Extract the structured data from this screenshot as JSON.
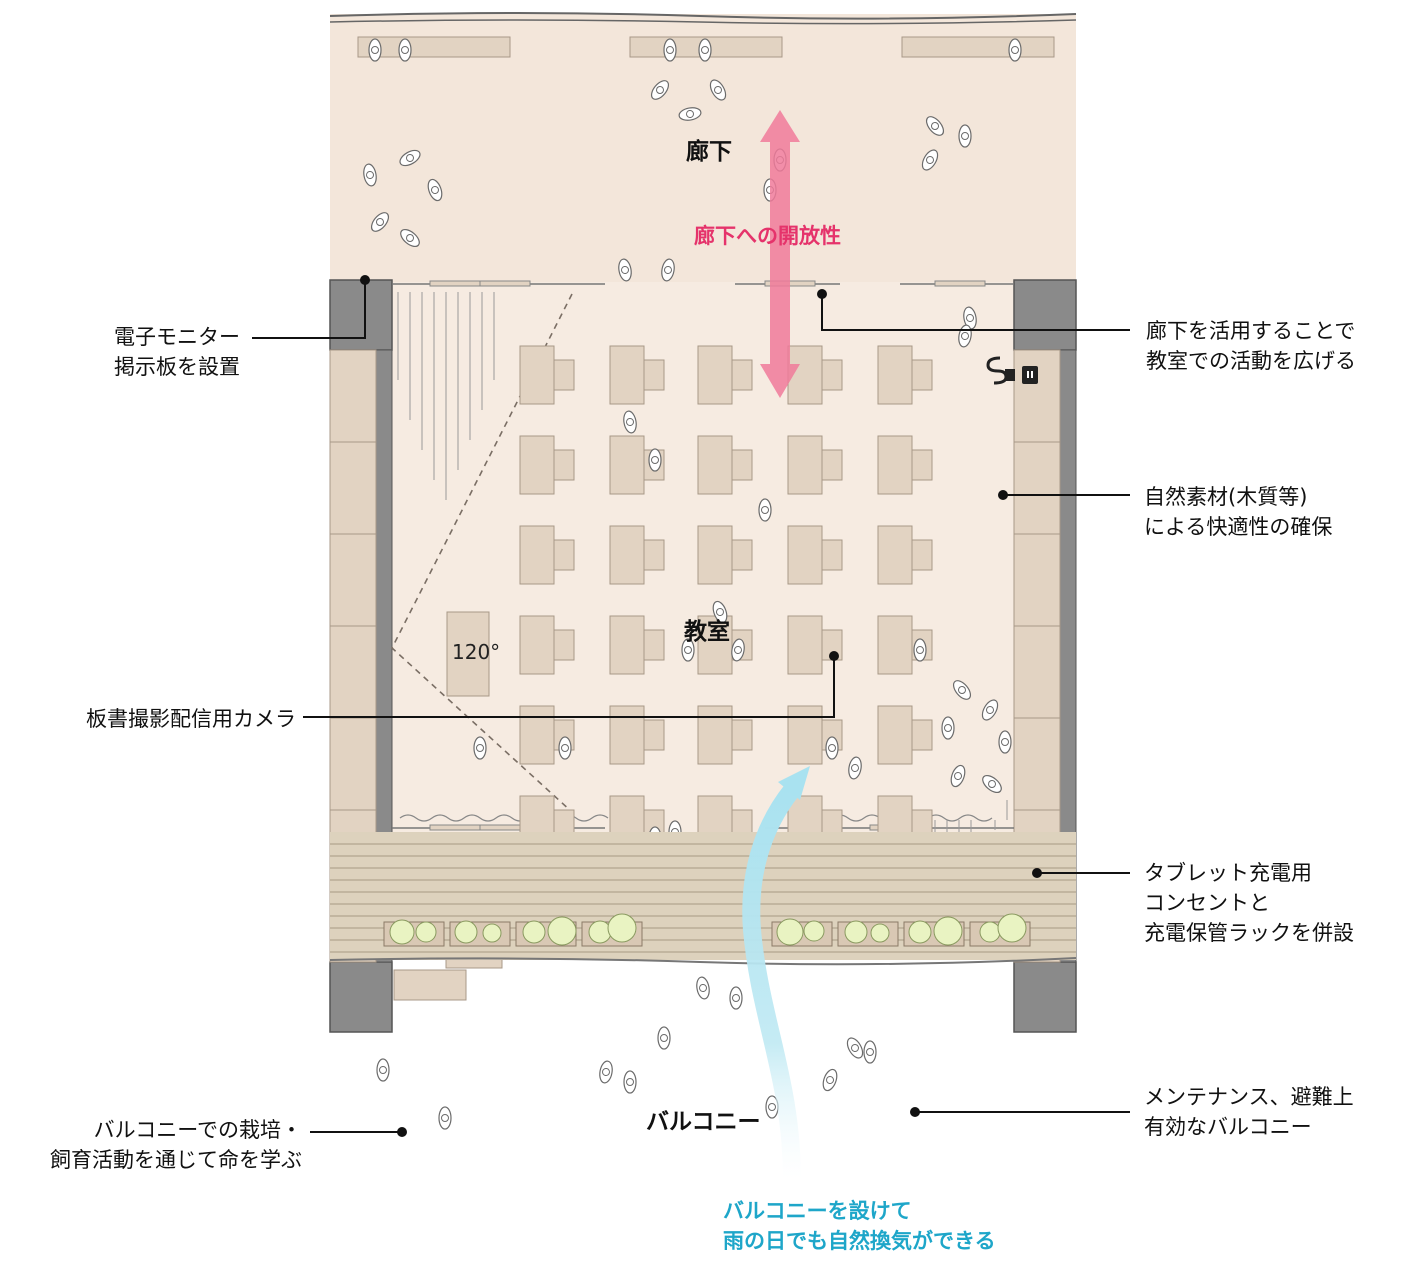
{
  "areas": {
    "corridor": "廊下",
    "classroom": "教室",
    "balcony": "バルコニー"
  },
  "angle_label": "120°",
  "arrows": {
    "corridor_openness": "廊下への開放性",
    "ventilation_line1": "バルコニーを設けて",
    "ventilation_line2": "雨の日でも自然換気ができる"
  },
  "callouts": {
    "monitor_line1": "電子モニター",
    "monitor_line2": "掲示板を設置",
    "camera": "板書撮影配信用カメラ",
    "cultivation_line1": "バルコニーでの栽培・",
    "cultivation_line2": "飼育活動を通じて命を学ぶ",
    "corridor_use_line1": "廊下を活用することで",
    "corridor_use_line2": "教室での活動を広げる",
    "natural_material_line1": "自然素材(木質等)",
    "natural_material_line2": "による快適性の確保",
    "tablet_line1": "タブレット充電用",
    "tablet_line2": "コンセントと",
    "tablet_line3": "充電保管ラックを併設",
    "maintenance_line1": "メンテナンス、避難上",
    "maintenance_line2": "有効なバルコニー"
  },
  "colors": {
    "floor": "#f6ebe1",
    "corridor": "#f3e6da",
    "wall": "#8a8a8a",
    "furniture": "#e2d3c2",
    "balcony_deck": "#ddd2bd",
    "pink_arrow": "#f07a9a",
    "cyan_arrow": "#a9e2f0",
    "plant": "#e9f3c2"
  }
}
